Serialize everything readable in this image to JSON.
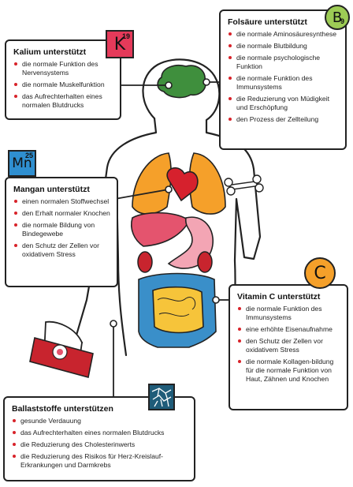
{
  "boxes": {
    "kalium": {
      "title": "Kalium unterstützt",
      "items": [
        "die normale Funktion des Nervensystems",
        "die normale Muskelfunktion",
        "das Aufrechterhalten eines normalen Blutdrucks"
      ],
      "badge": {
        "symbol": "K",
        "number": "19"
      }
    },
    "folsaeure": {
      "title": "Folsäure unterstützt",
      "items": [
        "die normale Aminosäuresynthese",
        "die normale Blutbildung",
        "die normale psychologische Funktion",
        "die normale Funktion des Immunsystems",
        "die Reduzierung von Müdigkeit und Erschöpfung",
        "den Prozess der Zellteilung"
      ],
      "badge": {
        "symbol": "B",
        "number": "9"
      }
    },
    "mangan": {
      "title": "Mangan unterstützt",
      "items": [
        "einen normalen Stoffwechsel",
        "den Erhalt normaler Knochen",
        "die normale Bildung von Bindegewebe",
        "den Schutz der Zellen vor oxidativem Stress"
      ],
      "badge": {
        "symbol": "Mn",
        "number": "25"
      }
    },
    "vitamin_c": {
      "title": "Vitamin C unterstützt",
      "items": [
        "die normale Funktion des Immunsystems",
        "eine erhöhte Eisenaufnahme",
        "den Schutz der Zellen vor oxidativem Stress",
        "die normale Kollagen-bildung für die normale Funktion von Haut, Zähnen und Knochen"
      ],
      "badge": {
        "symbol": "C"
      }
    },
    "ballaststoffe": {
      "title": "Ballaststoffe unterstützen",
      "items": [
        "gesunde Verdauung",
        "das Aufrechterhalten eines normalen Blutdrucks",
        "die Reduzierung des Cholesterinwerts",
        "die Reduzierung des Risikos für Herz-Kreislauf-Erkrankungen und Darmkrebs"
      ]
    }
  },
  "colors": {
    "bullet": "#d8232a",
    "brain": "#3f8f3d",
    "lungs": "#f5a02a",
    "heart": "#d6212d",
    "liver": "#e4546e",
    "stomach": "#f3a5b4",
    "kidneys": "#c8242e",
    "intestine_large": "#3a8fc9",
    "intestine_small": "#f6c43a",
    "folsaeure_badge": "#9dcc55",
    "kalium_badge": "#e53a5a",
    "mangan_badge": "#2f8fd0",
    "vitamin_c_badge": "#f5a02a",
    "ballaststoffe_badge": "#1f5c79"
  }
}
